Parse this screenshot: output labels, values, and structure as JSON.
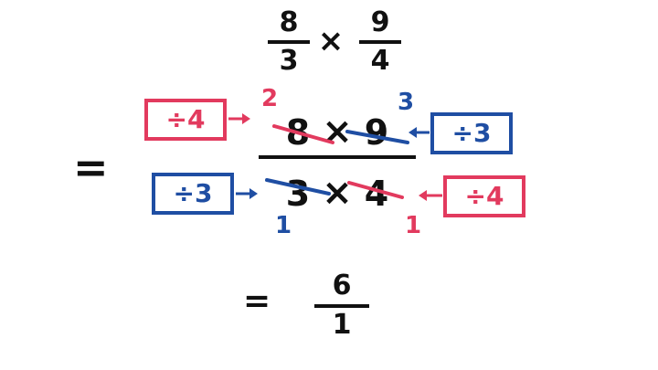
{
  "problem": {
    "frac_a": {
      "numerator": "8",
      "denominator": "3"
    },
    "times": "×",
    "frac_b": {
      "numerator": "9",
      "denominator": "4"
    }
  },
  "step": {
    "equals": "=",
    "numerator": {
      "left": "8",
      "times": "×",
      "right": "9"
    },
    "denominator": {
      "left": "3",
      "times": "×",
      "right": "4"
    },
    "boxes": {
      "top_left": "÷4",
      "top_right": "÷3",
      "bottom_left": "÷3",
      "bottom_right": "÷4"
    },
    "reduced": {
      "above_8": "2",
      "above_9": "3",
      "below_3": "1",
      "below_4": "1"
    }
  },
  "result": {
    "equals": "=",
    "numerator": "6",
    "denominator": "1"
  },
  "colors": {
    "pink": "#e23a5e",
    "blue": "#1f4ea3",
    "ink": "#111111"
  }
}
